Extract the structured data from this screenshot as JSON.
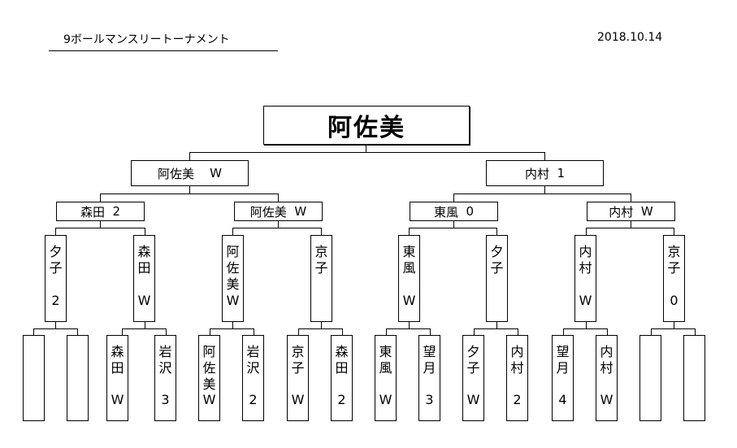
{
  "header": {
    "title": "9ボールマンスリートーナメント",
    "date": "2018.10.14"
  },
  "winner": "阿佐美",
  "semifinal": [
    {
      "name": "阿佐美",
      "result": "W"
    },
    {
      "name": "内村",
      "result": "1"
    }
  ],
  "quarterfinal": [
    {
      "name": "森田",
      "result": "2"
    },
    {
      "name": "阿佐美",
      "result": "W"
    },
    {
      "name": "東風",
      "result": "0"
    },
    {
      "name": "内村",
      "result": "W"
    }
  ],
  "round2": [
    {
      "chars": [
        "夕",
        "子"
      ],
      "result": "2"
    },
    {
      "chars": [
        "森",
        "田"
      ],
      "result": "W"
    },
    {
      "chars": [
        "阿",
        "佐",
        "美"
      ],
      "result": "W"
    },
    {
      "chars": [
        "京",
        "子"
      ],
      "result": ""
    },
    {
      "chars": [
        "東",
        "風"
      ],
      "result": "W"
    },
    {
      "chars": [
        "夕",
        "子"
      ],
      "result": ""
    },
    {
      "chars": [
        "内",
        "村"
      ],
      "result": "W"
    },
    {
      "chars": [
        "京",
        "子"
      ],
      "result": "0"
    }
  ],
  "round1": [
    {
      "chars": [],
      "result": ""
    },
    {
      "chars": [],
      "result": ""
    },
    {
      "chars": [
        "森",
        "田"
      ],
      "result": "W"
    },
    {
      "chars": [
        "岩",
        "沢"
      ],
      "result": "3"
    },
    {
      "chars": [
        "阿",
        "佐",
        "美"
      ],
      "result": "W"
    },
    {
      "chars": [
        "岩",
        "沢"
      ],
      "result": "2"
    },
    {
      "chars": [
        "京",
        "子"
      ],
      "result": "W"
    },
    {
      "chars": [
        "森",
        "田"
      ],
      "result": "2"
    },
    {
      "chars": [
        "東",
        "風"
      ],
      "result": "W"
    },
    {
      "chars": [
        "望",
        "月"
      ],
      "result": "3"
    },
    {
      "chars": [
        "夕",
        "子"
      ],
      "result": "W"
    },
    {
      "chars": [
        "内",
        "村"
      ],
      "result": "2"
    },
    {
      "chars": [
        "望",
        "月"
      ],
      "result": "4"
    },
    {
      "chars": [
        "内",
        "村"
      ],
      "result": "W"
    },
    {
      "chars": [],
      "result": ""
    },
    {
      "chars": [],
      "result": ""
    }
  ]
}
